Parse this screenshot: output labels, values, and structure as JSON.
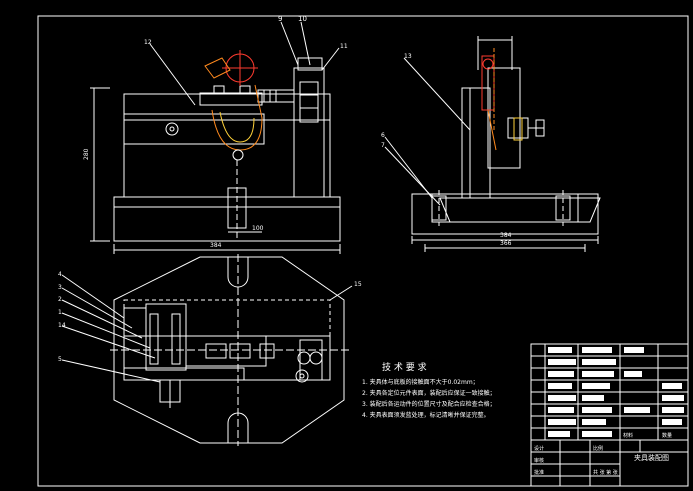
{
  "drawing": {
    "background": "#000000",
    "line_color": "#ffffff",
    "accent_red": "#ff3b2f",
    "accent_orange": "#ff8a1e",
    "accent_yellow": "#ffd23a"
  },
  "dims": {
    "front_width": "384",
    "front_height": "280",
    "front_bottom": "100",
    "side_width": "384",
    "side_width_2": "366"
  },
  "callouts": {
    "c9": "9",
    "c10": "10",
    "c11": "11",
    "c12": "12",
    "c6": "6",
    "c7": "7",
    "c13": "13",
    "c4": "4",
    "c3": "3",
    "c2": "2",
    "c1": "1",
    "c14": "14",
    "c5": "5",
    "c15": "15"
  },
  "requirements": {
    "title": "技 术 要 求",
    "items": [
      "1. 夹具体与底板的接触面不大于0.02mm；",
      "2. 夹具各定位元件表面，装配后应保证一致接触；",
      "3. 装配后各运动件的位置尺寸及配合应检查合格；",
      "4. 夹具表面须发蓝处理，标记清晰并保证完整。"
    ]
  },
  "title_block": {
    "drawing_name": "夹具装配图",
    "label_designer": "设计",
    "label_checker": "审核",
    "label_approver": "批准",
    "label_scale": "比例",
    "label_sheet": "共 张 第 张",
    "label_material": "材料",
    "label_qty": "数量"
  }
}
